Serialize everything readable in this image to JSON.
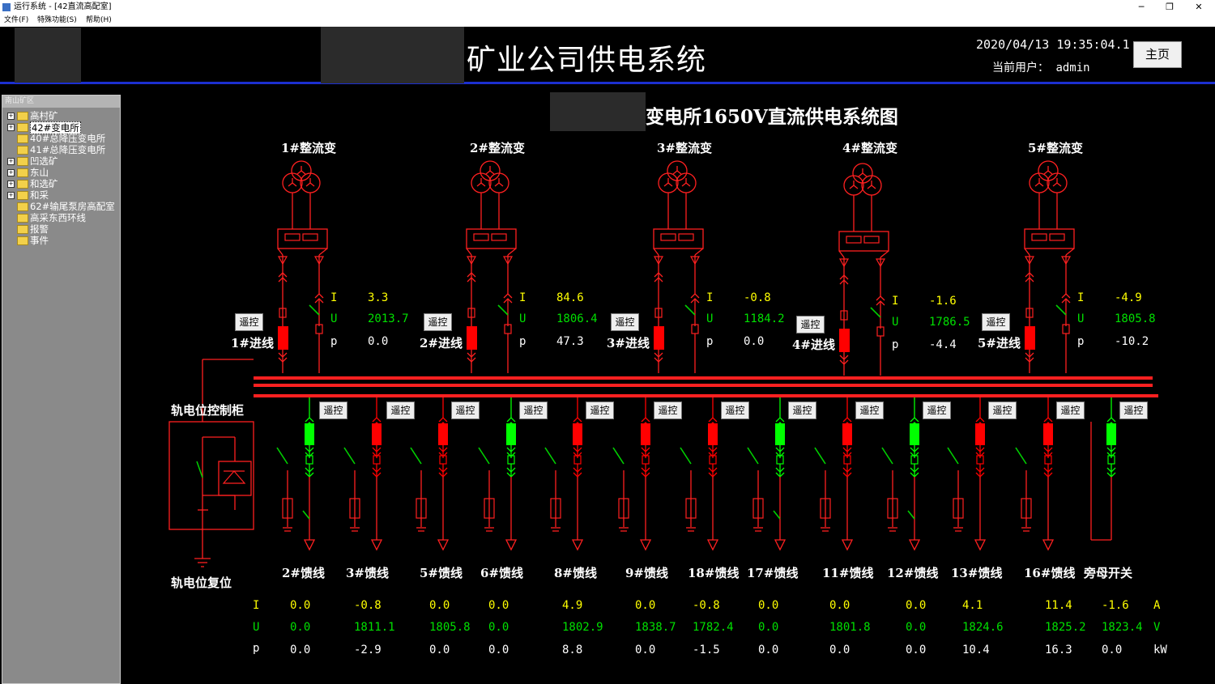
{
  "window": {
    "title": "运行系统 - [42直流高配室]",
    "minimize": "─",
    "restore": "❐",
    "close": "✕"
  },
  "menu": [
    "文件(F)",
    "特殊功能(S)",
    "帮助(H)"
  ],
  "header": {
    "title": "矿业公司供电系统",
    "datetime": "2020/04/13 19:35:04.1",
    "user_label": "当前用户：",
    "user": "admin",
    "home_button": "主页"
  },
  "sidebar": {
    "header": "南山矿区",
    "items": [
      {
        "label": "高村矿",
        "expandable": true,
        "selected": false
      },
      {
        "label": "42#变电所",
        "expandable": true,
        "selected": true
      },
      {
        "label": "40#总降压变电所",
        "expandable": false,
        "selected": false
      },
      {
        "label": "41#总降压变电所",
        "expandable": false,
        "selected": false
      },
      {
        "label": "凹选矿",
        "expandable": true,
        "selected": false
      },
      {
        "label": "东山",
        "expandable": true,
        "selected": false
      },
      {
        "label": "和选矿",
        "expandable": true,
        "selected": false
      },
      {
        "label": "和采",
        "expandable": true,
        "selected": false
      },
      {
        "label": "62#输尾泵房高配室",
        "expandable": false,
        "selected": false
      },
      {
        "label": "高采东西环线",
        "expandable": false,
        "selected": false
      },
      {
        "label": "报警",
        "expandable": false,
        "selected": false
      },
      {
        "label": "事件",
        "expandable": false,
        "selected": false
      }
    ]
  },
  "diagram": {
    "title": "变电所1650V直流供电系统图",
    "remote_label": "遥控",
    "rail_cabinet": "轨电位控制柜",
    "rail_reset": "轨电位复位",
    "units": [
      "A",
      "V",
      "kW"
    ],
    "incomers": [
      {
        "transformer": "1#整流变",
        "line": "1#进线",
        "I": "3.3",
        "U": "2013.7",
        "P": "0.0"
      },
      {
        "transformer": "2#整流变",
        "line": "2#进线",
        "I": "84.6",
        "U": "1806.4",
        "P": "47.3"
      },
      {
        "transformer": "3#整流变",
        "line": "3#进线",
        "I": "-0.8",
        "U": "1184.2",
        "P": "0.0"
      },
      {
        "transformer": "4#整流变",
        "line": "4#进线",
        "I": "-1.6",
        "U": "1786.5",
        "P": "-4.4"
      },
      {
        "transformer": "5#整流变",
        "line": "5#进线",
        "I": "-4.9",
        "U": "1805.8",
        "P": "-10.2"
      }
    ],
    "feeders": [
      {
        "name": "2#馈线",
        "I": "0.0",
        "U": "0.0",
        "P": "0.0",
        "breaker": "#00ff00"
      },
      {
        "name": "3#馈线",
        "I": "-0.8",
        "U": "1811.1",
        "P": "-2.9",
        "breaker": "#ff0000"
      },
      {
        "name": "5#馈线",
        "I": "0.0",
        "U": "1805.8",
        "P": "0.0",
        "breaker": "#ff0000"
      },
      {
        "name": "6#馈线",
        "I": "0.0",
        "U": "0.0",
        "P": "0.0",
        "breaker": "#00ff00"
      },
      {
        "name": "8#馈线",
        "I": "4.9",
        "U": "1802.9",
        "P": "8.8",
        "breaker": "#ff0000"
      },
      {
        "name": "9#馈线",
        "I": "0.0",
        "U": "1838.7",
        "P": "0.0",
        "breaker": "#ff0000"
      },
      {
        "name": "18#馈线",
        "I": "-0.8",
        "U": "1782.4",
        "P": "-1.5",
        "breaker": "#ff0000"
      },
      {
        "name": "17#馈线",
        "I": "0.0",
        "U": "0.0",
        "P": "0.0",
        "breaker": "#00ff00"
      },
      {
        "name": "11#馈线",
        "I": "0.0",
        "U": "1801.8",
        "P": "0.0",
        "breaker": "#ff0000"
      },
      {
        "name": "12#馈线",
        "I": "0.0",
        "U": "0.0",
        "P": "0.0",
        "breaker": "#00ff00"
      },
      {
        "name": "13#馈线",
        "I": "4.1",
        "U": "1824.6",
        "P": "10.4",
        "breaker": "#ff0000"
      },
      {
        "name": "16#馈线",
        "I": "11.4",
        "U": "1825.2",
        "P": "16.3",
        "breaker": "#ff0000"
      },
      {
        "name": "旁母开关",
        "I": "-1.6",
        "U": "1823.4",
        "P": "0.0",
        "breaker": "#00ff00"
      }
    ]
  }
}
